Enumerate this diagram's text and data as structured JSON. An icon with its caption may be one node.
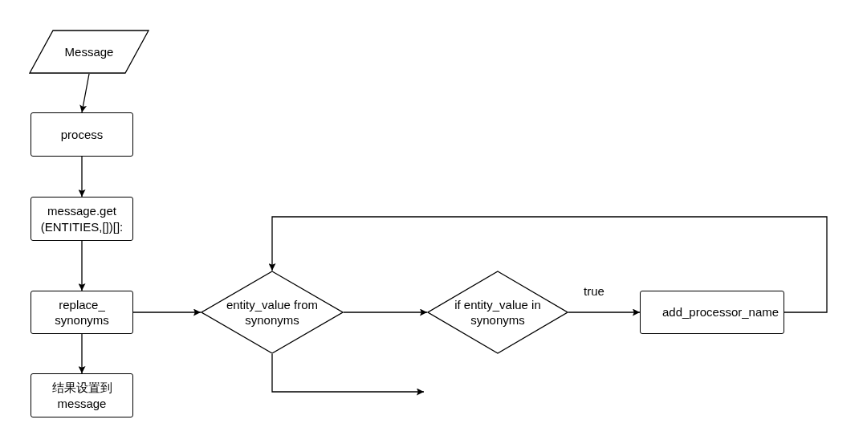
{
  "diagram": {
    "nodes": [
      {
        "text": [
          "Message"
        ]
      },
      {
        "text": [
          "process"
        ]
      },
      {
        "text": [
          "message.get (ENTITIES,[])[]:"
        ]
      },
      {
        "text": [
          "replace_ synonyms"
        ]
      },
      {
        "text": [
          "结果设置到message"
        ]
      },
      {
        "text": [
          "entity_value from synonyms"
        ]
      },
      {
        "text": [
          "if entity_value in synonyms"
        ]
      },
      {
        "text": [
          "add_processor_name"
        ]
      }
    ],
    "edges": [
      {
        "from": 0,
        "to": 1,
        "arrow": "to"
      },
      {
        "from": 1,
        "to": 2,
        "arrow": "to"
      },
      {
        "from": 2,
        "to": 3,
        "arrow": "to"
      },
      {
        "from": 3,
        "to": 4,
        "arrow": "to"
      },
      {
        "from": 3,
        "to": 5,
        "arrow": "to"
      },
      {
        "from": 5,
        "to": 6,
        "arrow": "to"
      },
      {
        "from": 6,
        "to": 7,
        "arrow": "to",
        "label": "true"
      },
      {
        "from": 7,
        "to": 5,
        "arrow": "to"
      },
      {
        "from": 5,
        "to": null,
        "arrow": "to"
      }
    ]
  }
}
